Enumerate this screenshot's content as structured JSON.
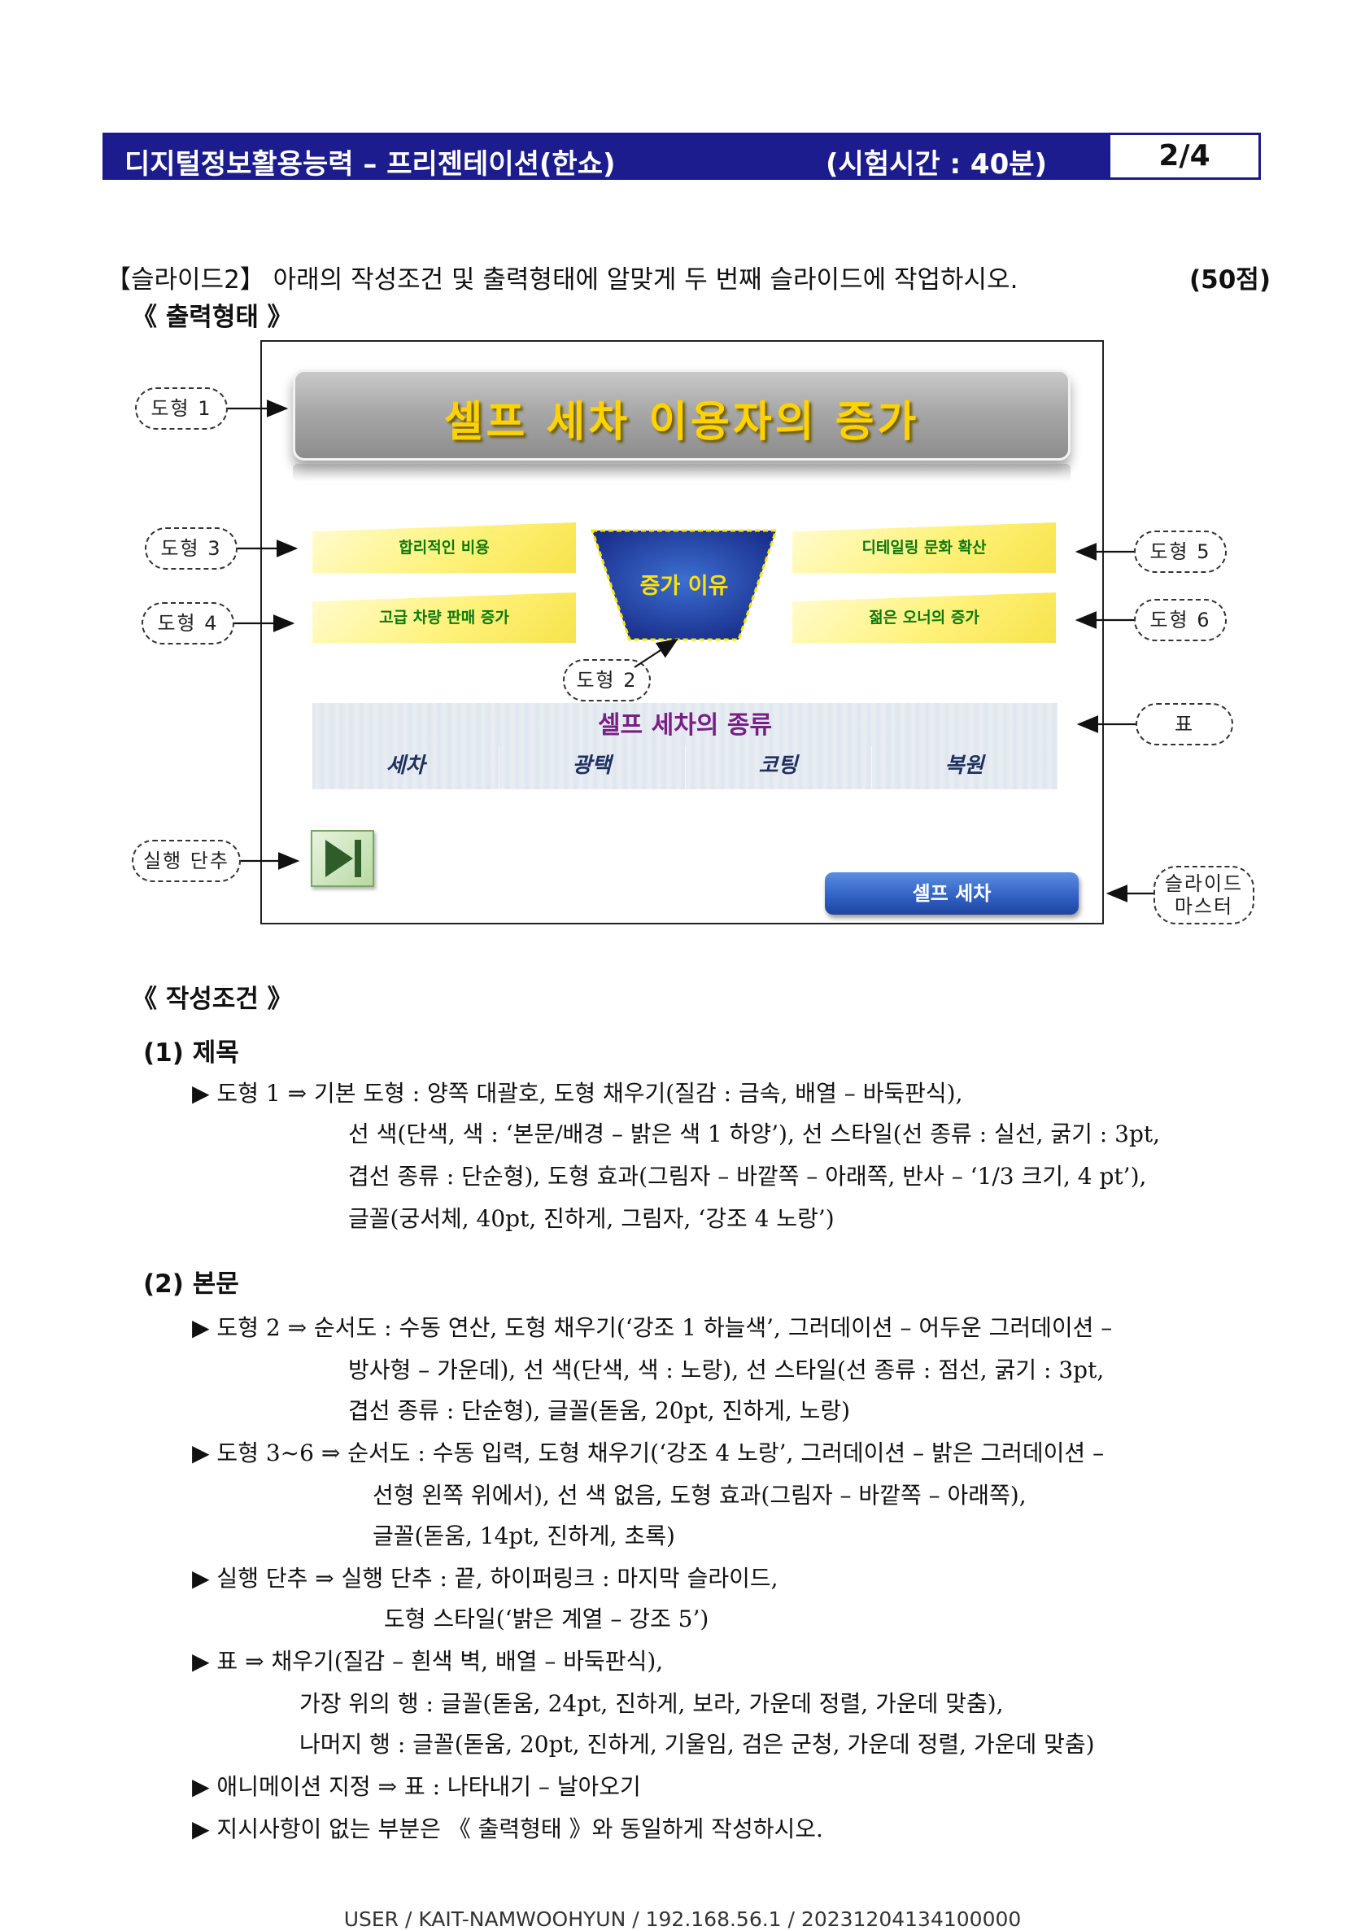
{
  "header": {
    "left": "디지털정보활용능력  –  프리젠테이션(한쇼)",
    "middle": "(시험시간 : 40분)",
    "page": "2/4"
  },
  "intro": {
    "text": "【슬라이드2】 아래의 작성조건 및 출력형태에 알맞게 두 번째 슬라이드에 작업하시오.",
    "points": "(50점)",
    "output_heading": "《 출력형태 》"
  },
  "slide": {
    "title": "셀프 세차 이용자의 증가",
    "left_boxes": [
      "합리적인 비용",
      "고급 차량 판매 증가"
    ],
    "center": "증가 이유",
    "right_boxes": [
      "디테일링 문화 확산",
      "젊은 오너의 증가"
    ],
    "table_header": "셀프 세차의 종류",
    "table_cells": [
      "세차",
      "광택",
      "코팅",
      "복원"
    ],
    "master_button": "셀프 세차"
  },
  "callouts": {
    "shape1": "도형 1",
    "shape2": "도형 2",
    "shape3": "도형 3",
    "shape4": "도형 4",
    "shape5": "도형 5",
    "shape6": "도형 6",
    "table": "표",
    "action": "실행 단추",
    "master_line1": "슬라이드",
    "master_line2": "마스터"
  },
  "conditions": {
    "heading": "《 작성조건 》",
    "sec1": "(1) 제목",
    "s1_l1": "▶ 도형 1 ⇒ 기본 도형 : 양쪽 대괄호, 도형 채우기(질감 : 금속, 배열 – 바둑판식),",
    "s1_l2": "선 색(단색, 색 : ‘본문/배경 – 밝은 색 1 하양’), 선 스타일(선 종류 : 실선, 굵기 : 3pt,",
    "s1_l3": "겹선 종류 : 단순형), 도형 효과(그림자 – 바깥쪽 – 아래쪽, 반사 – ‘1/3 크기, 4 pt’),",
    "s1_l4": "글꼴(궁서체, 40pt, 진하게, 그림자, ‘강조 4 노랑’)",
    "sec2": "(2) 본문",
    "s2_l1": "▶ 도형 2 ⇒ 순서도 : 수동 연산, 도형 채우기(‘강조 1 하늘색’, 그러데이션 – 어두운 그러데이션 –",
    "s2_l2": "방사형 – 가운데), 선 색(단색, 색 : 노랑), 선 스타일(선 종류 : 점선, 굵기 : 3pt,",
    "s2_l3": "겹선 종류 : 단순형), 글꼴(돋움, 20pt, 진하게, 노랑)",
    "s2_l4": "▶ 도형 3~6 ⇒ 순서도 : 수동 입력, 도형 채우기(‘강조 4 노랑’, 그러데이션 – 밝은 그러데이션 –",
    "s2_l5": "선형 왼쪽 위에서), 선 색 없음, 도형 효과(그림자 – 바깥쪽 – 아래쪽),",
    "s2_l6": "글꼴(돋움, 14pt, 진하게, 초록)",
    "s2_l7": "▶ 실행 단추 ⇒ 실행 단추 : 끝, 하이퍼링크 : 마지막 슬라이드,",
    "s2_l8": "도형 스타일(‘밝은 계열 – 강조 5’)",
    "s2_l9": "▶ 표 ⇒ 채우기(질감 – 흰색 벽, 배열 – 바둑판식),",
    "s2_l10": "가장 위의 행 : 글꼴(돋움, 24pt, 진하게, 보라, 가운데 정렬, 가운데 맞춤),",
    "s2_l11": "나머지 행 : 글꼴(돋움, 20pt, 진하게, 기울임, 검은 군청, 가운데 정렬, 가운데 맞춤)",
    "s2_l12": "▶ 애니메이션 지정 ⇒ 표 : 나타내기 – 날아오기",
    "s2_l13": "▶ 지시사항이 없는 부분은 《 출력형태 》와 동일하게 작성하시오."
  },
  "footer": "USER / KAIT-NAMWOOHYUN / 192.168.56.1 / 20231204134100000"
}
